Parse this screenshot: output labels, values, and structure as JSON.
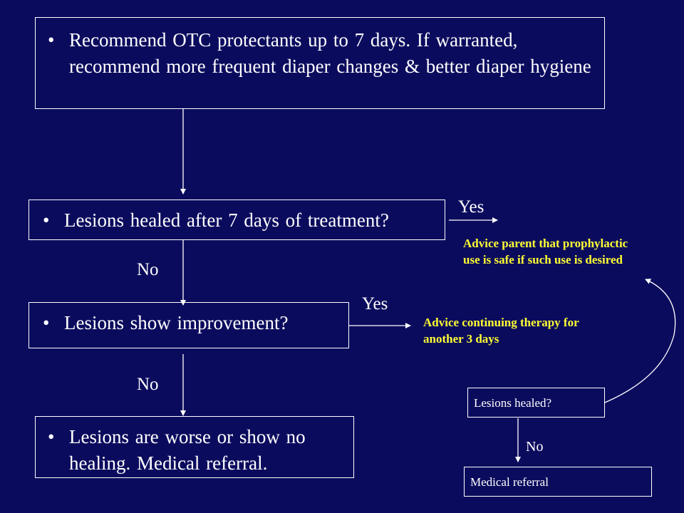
{
  "boxes": {
    "step1": "Recommend OTC protectants up to 7 days. If warranted, recommend more frequent diaper changes & better diaper hygiene",
    "step2": "Lesions healed after 7 days of treatment?",
    "step3": "Lesions show improvement?",
    "step4": "Lesions are worse or show no healing. Medical referral."
  },
  "bullet_glyph": "•",
  "labels": {
    "yes_healed": "Yes",
    "no_healed": "No",
    "yes_improve": "Yes",
    "no_improve": "No",
    "no_small": "No"
  },
  "advice": {
    "prophylactic_line1": "Advice parent that prophylactic",
    "prophylactic_line2": "use is safe if such use is desired",
    "continue_line1": "Advice continuing therapy for",
    "continue_line2": "another 3 days"
  },
  "small_boxes": {
    "lesions_healed": "Lesions healed?",
    "medical_referral": "Medical referral"
  },
  "colors": {
    "background": "#0b0b5e",
    "line": "#ffffff",
    "advice_text": "#ffff33"
  }
}
